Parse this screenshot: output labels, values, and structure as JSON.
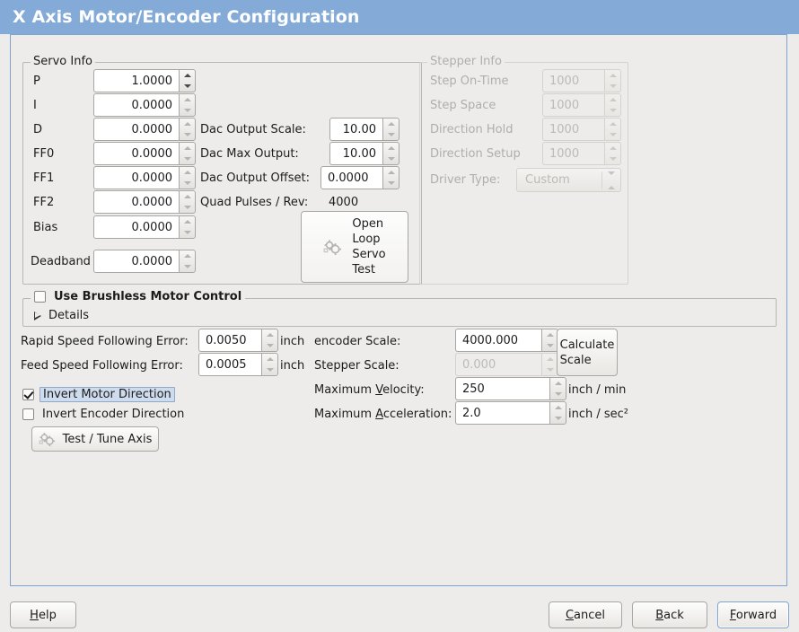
{
  "window": {
    "title": "X Axis Motor/Encoder Configuration",
    "accent_color": "#84aad8",
    "panel_border_color": "#7ba4d0",
    "background_color": "#edecea"
  },
  "servo_info": {
    "frame_title": "Servo Info",
    "rows": [
      {
        "label": "P",
        "value": "1.0000"
      },
      {
        "label": "I",
        "value": "0.0000"
      },
      {
        "label": "D",
        "value": "0.0000"
      },
      {
        "label": "FF0",
        "value": "0.0000"
      },
      {
        "label": "FF1",
        "value": "0.0000"
      },
      {
        "label": "FF2",
        "value": "0.0000"
      },
      {
        "label": "Bias",
        "value": "0.0000"
      },
      {
        "label": "Deadband",
        "value": "0.0000"
      }
    ],
    "dac": [
      {
        "label": "Dac Output Scale:",
        "value": "10.00"
      },
      {
        "label": "Dac Max Output:",
        "value": "10.00"
      },
      {
        "label": "Dac Output Offset:",
        "value": "0.0000"
      }
    ],
    "quad_pulses_label": "Quad Pulses / Rev:",
    "quad_pulses_value": "4000",
    "open_loop_button": {
      "line1": "Open",
      "line2": "Loop",
      "line3": "Servo",
      "line4": "Test",
      "icon": "gears-icon"
    }
  },
  "stepper_info": {
    "frame_title": "Stepper Info",
    "enabled": false,
    "rows": [
      {
        "label": "Step On-Time",
        "value": "1000"
      },
      {
        "label": "Step Space",
        "value": "1000"
      },
      {
        "label": "Direction Hold",
        "value": "1000"
      },
      {
        "label": "Direction Setup",
        "value": "1000"
      }
    ],
    "driver_type_label": "Driver Type:",
    "driver_type_value": "Custom"
  },
  "brushless": {
    "checkbox_label": "Use Brushless Motor Control",
    "checked": false,
    "details_label": "Details",
    "expanded": false
  },
  "following_error": {
    "rapid_label": "Rapid Speed Following Error:",
    "rapid_value": "0.0050",
    "rapid_unit": "inch",
    "feed_label": "Feed Speed Following Error:",
    "feed_value": "0.0005",
    "feed_unit": "inch"
  },
  "direction": {
    "invert_motor_label": "Invert Motor Direction",
    "invert_motor_checked": true,
    "invert_motor_focused": true,
    "invert_encoder_label": "Invert Encoder Direction",
    "invert_encoder_checked": false
  },
  "test_tune_button": {
    "label": "Test / Tune Axis",
    "icon": "gears-icon"
  },
  "scaling": {
    "encoder_scale_label": "encoder Scale:",
    "encoder_scale_value": "4000.000",
    "stepper_scale_label": "Stepper Scale:",
    "stepper_scale_value": "0.000",
    "stepper_scale_enabled": false,
    "calculate_button_line1": "Calculate",
    "calculate_button_line2": "Scale",
    "max_velocity_label": "Maximum Velocity:",
    "max_velocity_mnemonic": "V",
    "max_velocity_value": "250",
    "max_velocity_unit": "inch / min",
    "max_accel_label": "Maximum Acceleration:",
    "max_accel_mnemonic": "A",
    "max_accel_value": "2.0",
    "max_accel_unit": "inch / sec²"
  },
  "footer": {
    "help": "Help",
    "help_mnemonic": "H",
    "cancel": "Cancel",
    "cancel_mnemonic": "C",
    "back": "Back",
    "back_mnemonic": "B",
    "forward": "Forward",
    "forward_mnemonic": "F",
    "focused": "forward"
  }
}
